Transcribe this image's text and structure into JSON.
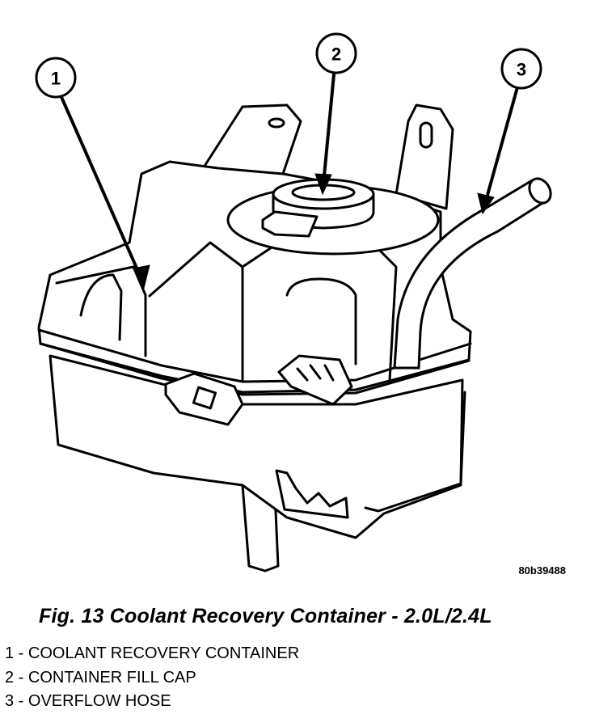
{
  "figure": {
    "caption": "Fig. 13 Coolant Recovery Container - 2.0L/2.4L",
    "reference_code": "80b39488"
  },
  "callouts": [
    {
      "number": "1",
      "label": "COOLANT RECOVERY CONTAINER"
    },
    {
      "number": "2",
      "label": "CONTAINER FILL CAP"
    },
    {
      "number": "3",
      "label": "OVERFLOW HOSE"
    }
  ],
  "legend": [
    "1 - COOLANT RECOVERY CONTAINER",
    "2 - CONTAINER FILL CAP",
    "3 - OVERFLOW HOSE"
  ]
}
